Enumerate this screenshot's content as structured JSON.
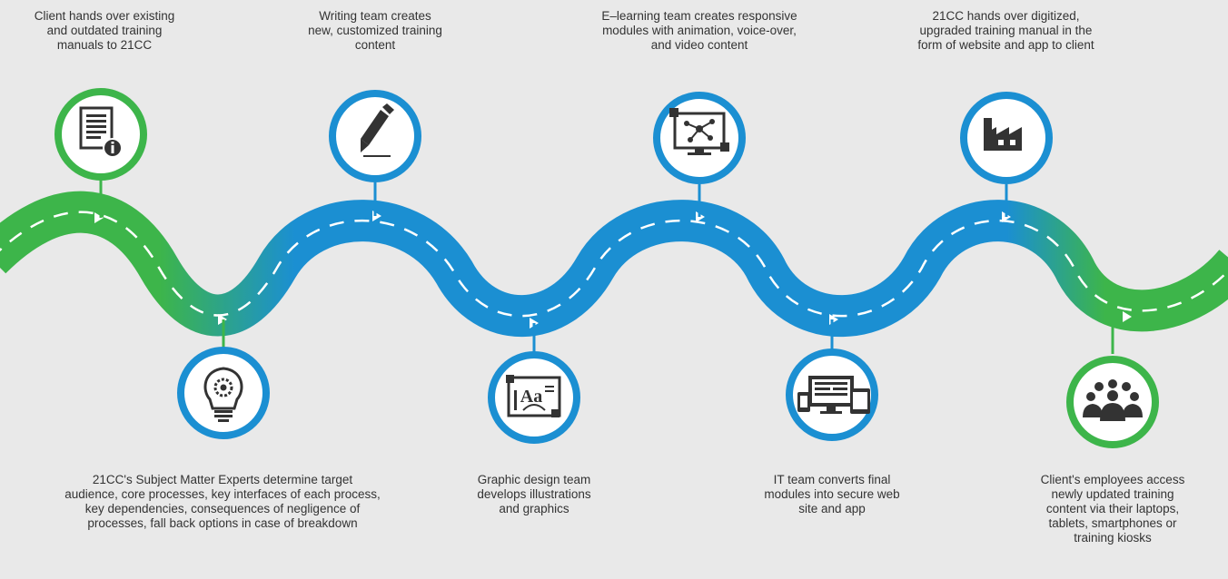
{
  "steps": [
    {
      "text": "Client hands over existing\nand outdated training\nmanuals to 21CC",
      "icon": "document-info-icon",
      "ring": "green"
    },
    {
      "text": "21CC's Subject Matter Experts determine target\naudience, core processes, key interfaces of each process,\nkey dependencies, consequences of negligence of\nprocesses, fall back options in case of breakdown",
      "icon": "lightbulb-gear-icon",
      "ring": "blue"
    },
    {
      "text": "Writing team creates\nnew, customized training\ncontent",
      "icon": "pen-icon",
      "ring": "blue"
    },
    {
      "text": "Graphic design team\ndevelops illustrations\nand graphics",
      "icon": "typography-design-icon",
      "ring": "blue"
    },
    {
      "text": "E–learning team creates responsive\nmodules with animation, voice-over,\nand video content",
      "icon": "elearning-monitor-icon",
      "ring": "blue"
    },
    {
      "text": "IT team converts final\nmodules into secure web\nsite and app",
      "icon": "devices-icon",
      "ring": "blue"
    },
    {
      "text": "21CC hands over digitized,\nupgraded training manual in the\nform of website and app to client",
      "icon": "factory-icon",
      "ring": "blue"
    },
    {
      "text": "Client's employees access\nnewly updated training\ncontent via their laptops,\ntablets, smartphones or\ntraining kiosks",
      "icon": "people-group-icon",
      "ring": "green"
    }
  ],
  "colors": {
    "background": "#e9e9e9",
    "green": "#3db54a",
    "blue": "#1b8fd2",
    "icon": "#333333",
    "text": "#333333"
  }
}
